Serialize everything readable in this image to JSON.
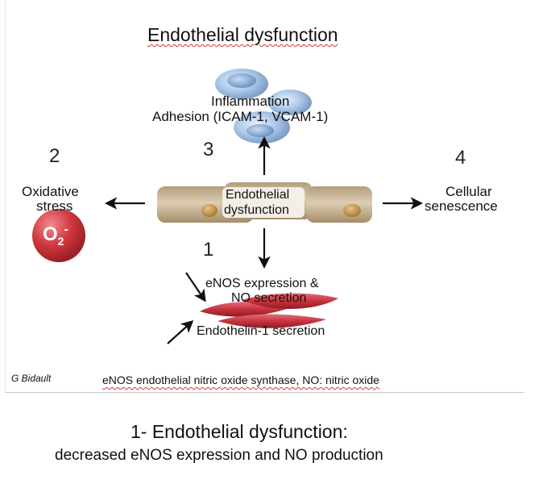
{
  "title": "Endothelial dysfunction",
  "inflammation_line1": "Inflammation",
  "inflammation_line2": "Adhesion (ICAM-1, VCAM-1)",
  "num_2": "2",
  "num_3": "3",
  "num_4": "4",
  "num_1": "1",
  "oxidative_line1": "Oxidative",
  "oxidative_line2": "stress",
  "o2_label": "O",
  "o2_sub": "2",
  "o2_sup": "-",
  "center_line1": "Endothelial",
  "center_line2": "dysfunction",
  "cellular_line1": "Cellular",
  "cellular_line2": "senescence",
  "enos_line1": "eNOS expression &",
  "enos_line2": "NO secretion",
  "endothelin": "Endothelin-1 secretion",
  "credit": "G Bidault",
  "footnote": "eNOS endothelial nitric oxide synthase, NO: nitric oxide",
  "caption_title": "1- Endothelial dysfunction:",
  "caption_subtitle": "decreased eNOS expression and NO production",
  "colors": {
    "cell": "#cbb79a",
    "nucleus": "#c89a56",
    "red_cell": "#c8323c",
    "o2": "#d0383f",
    "blue_cell": "#a9c6e8"
  }
}
